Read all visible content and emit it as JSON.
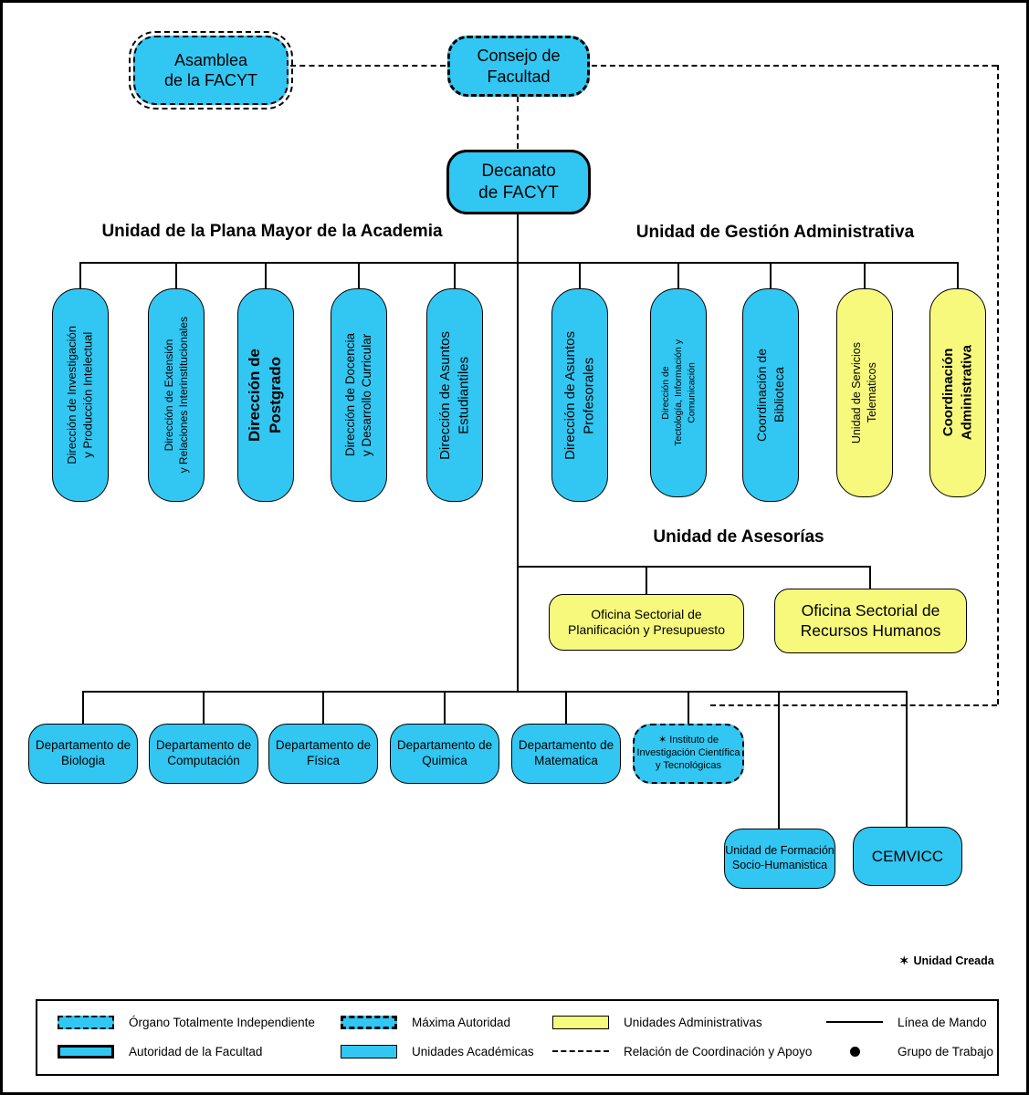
{
  "colors": {
    "academic": "#31c7f2",
    "administrative": "#f7f97c",
    "line": "#000000"
  },
  "top": {
    "asamblea": "Asamblea\nde la FACYT",
    "consejo": "Consejo de\nFacultad",
    "decanato": "Decanato\nde FACYT"
  },
  "sections": {
    "plana_mayor": "Unidad de la Plana Mayor de la Academia",
    "gestion_administrativa": "Unidad de Gestión Administrativa",
    "asesorias": "Unidad de Asesorías"
  },
  "directions": [
    {
      "label": "Dirección de Investigación\ny Producción Intelectual",
      "type": "academic"
    },
    {
      "label": "Dirección de Extensión\ny Relaciones Interinstitucionales",
      "type": "academic"
    },
    {
      "label": "Dirección de\nPostgrado",
      "type": "academic"
    },
    {
      "label": "Dirección de Docencia\ny Desarrollo Curricular",
      "type": "academic"
    },
    {
      "label": "Dirección de Asuntos\nEstudiantiles",
      "type": "academic"
    },
    {
      "label": "Dirección de Asuntos\nProfesorales",
      "type": "academic"
    },
    {
      "label": "Dirección de\nTectología, Información y\nComunicación",
      "type": "academic"
    },
    {
      "label": "Coordinación de\nBiblioteca",
      "type": "academic"
    },
    {
      "label": "Unidad de Servicios\nTelematicos",
      "type": "administrative"
    },
    {
      "label": "Coordinación\nAdministrativa",
      "type": "administrative"
    }
  ],
  "advisory_offices": [
    {
      "label": "Oficina Sectorial de\nPlanificación y Presupuesto",
      "type": "administrative"
    },
    {
      "label": "Oficina Sectorial de\nRecursos Humanos",
      "type": "administrative"
    }
  ],
  "departments": [
    {
      "label": "Departamento de\nBiologia"
    },
    {
      "label": "Departamento de\nComputación"
    },
    {
      "label": "Departamento de\nFísica"
    },
    {
      "label": "Departamento de\nQuimica"
    },
    {
      "label": "Departamento de\nMatematica"
    },
    {
      "label": "✶ Instituto de\nInvestigación Científica\ny Tecnológicas",
      "created_unit": true
    }
  ],
  "support_units": [
    {
      "label": "Unidad de Formación\nSocio-Humanistica"
    },
    {
      "label": "CEMVICC"
    }
  ],
  "footnote": {
    "star": "✶",
    "label": "Unidad Creada"
  },
  "legend": {
    "items": [
      {
        "swatch": "independent-organ",
        "label": "Órgano Totalmente Independiente"
      },
      {
        "swatch": "faculty-authority",
        "label": "Autoridad de la Facultad"
      },
      {
        "swatch": "maximum-authority",
        "label": "Máxima Autoridad"
      },
      {
        "swatch": "academic-units",
        "label": "Unidades Académicas"
      },
      {
        "swatch": "administrative-units",
        "label": "Unidades Administrativas"
      },
      {
        "swatch": "coordination-relation",
        "label": "Relación de Coordinación y Apoyo"
      },
      {
        "swatch": "command-line",
        "label": "Línea de Mando"
      },
      {
        "swatch": "work-group",
        "label": "Grupo de Trabajo"
      }
    ]
  }
}
